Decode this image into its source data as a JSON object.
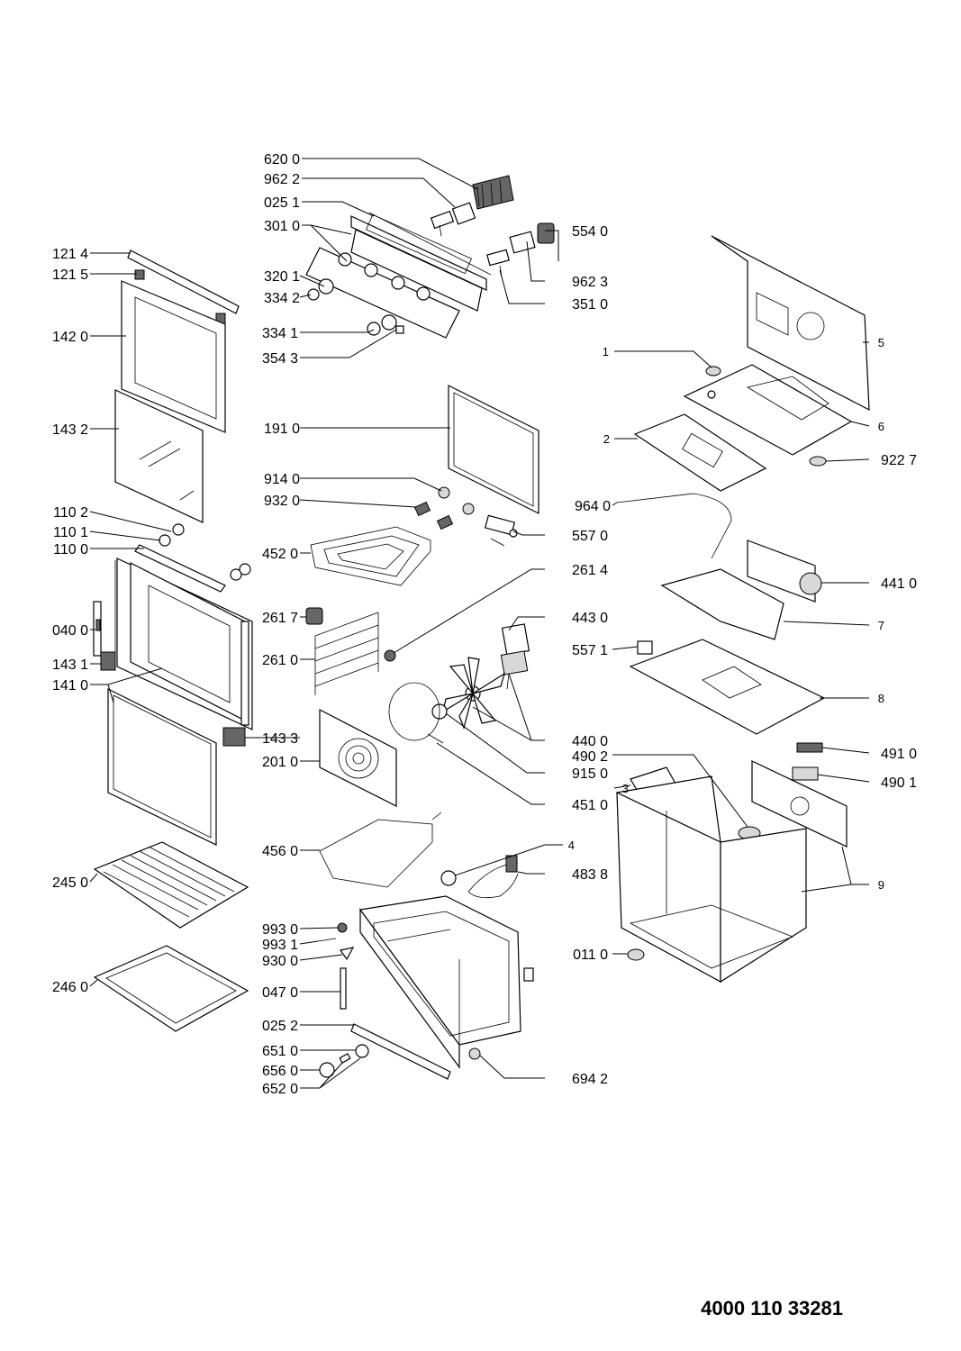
{
  "document_number": "4000 110 33281",
  "parts": [
    {
      "ref": "620 0"
    },
    {
      "ref": "962 2"
    },
    {
      "ref": "025 1"
    },
    {
      "ref": "301 0"
    },
    {
      "ref": "554 0"
    },
    {
      "ref": "121 4"
    },
    {
      "ref": "121 5"
    },
    {
      "ref": "320 1"
    },
    {
      "ref": "334 2"
    },
    {
      "ref": "962 3"
    },
    {
      "ref": "351 0"
    },
    {
      "ref": "142 0"
    },
    {
      "ref": "334 1"
    },
    {
      "ref": "354 3"
    },
    {
      "ref": "5"
    },
    {
      "ref": "1"
    },
    {
      "ref": "6"
    },
    {
      "ref": "143 2"
    },
    {
      "ref": "191 0"
    },
    {
      "ref": "2"
    },
    {
      "ref": "922 7"
    },
    {
      "ref": "914 0"
    },
    {
      "ref": "932 0"
    },
    {
      "ref": "964 0"
    },
    {
      "ref": "110 2"
    },
    {
      "ref": "110 1"
    },
    {
      "ref": "557 0"
    },
    {
      "ref": "110 0"
    },
    {
      "ref": "452 0"
    },
    {
      "ref": "261 4"
    },
    {
      "ref": "441 0"
    },
    {
      "ref": "261 7"
    },
    {
      "ref": "443 0"
    },
    {
      "ref": "040 0"
    },
    {
      "ref": "7"
    },
    {
      "ref": "557 1"
    },
    {
      "ref": "143 1"
    },
    {
      "ref": "261 0"
    },
    {
      "ref": "141 0"
    },
    {
      "ref": "8"
    },
    {
      "ref": "143 3"
    },
    {
      "ref": "440 0"
    },
    {
      "ref": "491 0"
    },
    {
      "ref": "490 2"
    },
    {
      "ref": "201 0"
    },
    {
      "ref": "915 0"
    },
    {
      "ref": "3"
    },
    {
      "ref": "490 1"
    },
    {
      "ref": "451 0"
    },
    {
      "ref": "456 0"
    },
    {
      "ref": "4"
    },
    {
      "ref": "245 0"
    },
    {
      "ref": "483 8"
    },
    {
      "ref": "9"
    },
    {
      "ref": "993 0"
    },
    {
      "ref": "993 1"
    },
    {
      "ref": "930 0"
    },
    {
      "ref": "011 0"
    },
    {
      "ref": "246 0"
    },
    {
      "ref": "047 0"
    },
    {
      "ref": "025 2"
    },
    {
      "ref": "651 0"
    },
    {
      "ref": "656 0"
    },
    {
      "ref": "694 2"
    },
    {
      "ref": "652 0"
    }
  ]
}
